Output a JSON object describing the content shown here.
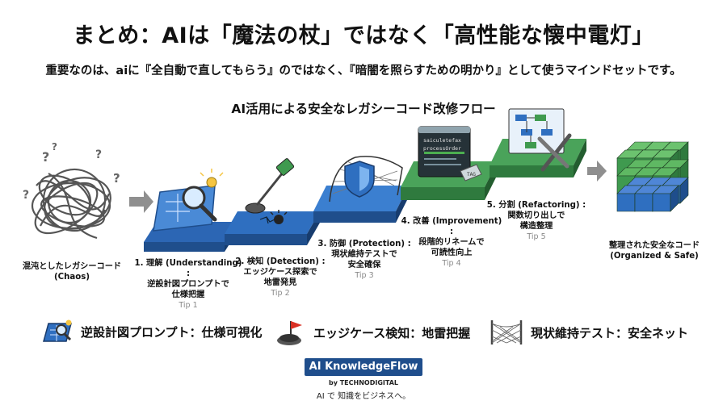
{
  "title": "まとめ：AIは「魔法の杖」ではなく「高性能な懐中電灯」",
  "subtitle": "重要なのは、aiに『全自動で直してもらう』のではなく、『暗闇を照らすための明かり』として使うマインドセットです。",
  "flow": {
    "title": "AI活用による安全なレガシーコード改修フロー",
    "start": {
      "line1": "混沌としたレガシーコード",
      "line2": "(Chaos)"
    },
    "steps": [
      {
        "line1": "1. 理解 (Understanding) :",
        "line2": "逆設計図プロンプトで",
        "line3": "仕様把握",
        "tip": "Tip 1"
      },
      {
        "line1": "2. 検知 (Detection) :",
        "line2": "エッジケース探索で",
        "line3": "地雷発見",
        "tip": "Tip 2"
      },
      {
        "line1": "3. 防御 (Protection) :",
        "line2": "現状維持テストで",
        "line3": "安全確保",
        "tip": "Tip 3"
      },
      {
        "line1": "4. 改善 (Improvement) :",
        "line2": "段階的リネームで",
        "line3": "可読性向上",
        "tip": "Tip 4"
      },
      {
        "line1": "5. 分割 (Refactoring) :",
        "line2": "関数切り出しで",
        "line3": "構造整理",
        "tip": "Tip 5"
      }
    ],
    "end": {
      "line1": "整理された安全なコード",
      "line2": "(Organized & Safe)"
    },
    "code_window": {
      "line1": "saiculetefax",
      "line2": "processOrder",
      "tag": "TAG"
    }
  },
  "legend": [
    {
      "icon": "blueprint-icon",
      "text": "逆設計図プロンプト：仕様可視化"
    },
    {
      "icon": "mine-flag-icon",
      "text": "エッジケース検知：地雷把握"
    },
    {
      "icon": "safety-net-icon",
      "text": "現状維持テスト：安全ネット"
    }
  ],
  "brand": {
    "name": "AI KnowledgeFlow",
    "by": "by TECHNODIGITAL",
    "tagline": "AI で 知識をビジネスへ。"
  },
  "colors": {
    "blue": "#2f6fc0",
    "green": "#3f9a4f",
    "brand": "#1f4e8c"
  }
}
